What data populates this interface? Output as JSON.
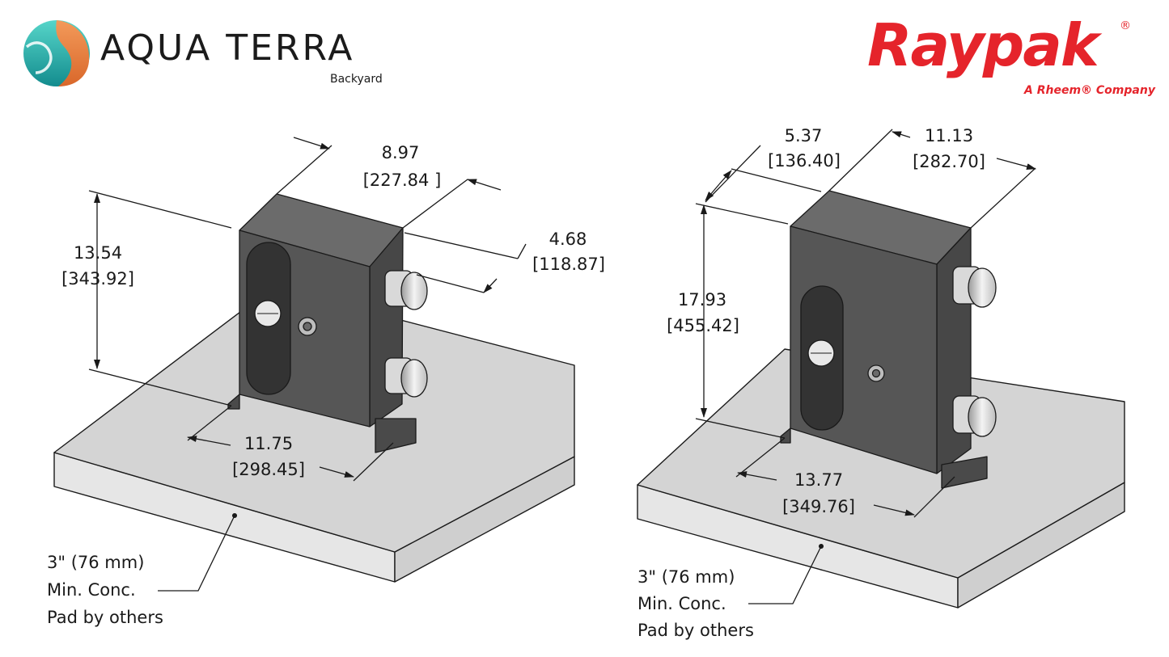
{
  "logos": {
    "aqua_terra": {
      "name": "AQUA TERRA",
      "sub": "Backyard"
    },
    "raypak": {
      "name": "Raypak",
      "reg": "®",
      "tagline": "A Rheem® Company"
    }
  },
  "left_unit": {
    "depth": {
      "in": "8.97",
      "mm": "[227.84 ]"
    },
    "height": {
      "in": "13.54",
      "mm": "[343.92]"
    },
    "fitting": {
      "in": "4.68",
      "mm": "[118.87]"
    },
    "width": {
      "in": "11.75",
      "mm": "[298.45]"
    },
    "pad_note": [
      "3\" (76 mm)",
      "Min. Conc.",
      "Pad by others"
    ]
  },
  "right_unit": {
    "offset": {
      "in": "5.37",
      "mm": "[136.40]"
    },
    "depth": {
      "in": "11.13",
      "mm": "[282.70]"
    },
    "height": {
      "in": "17.93",
      "mm": "[455.42]"
    },
    "width": {
      "in": "13.77",
      "mm": "[349.76]"
    },
    "pad_note": [
      "3\" (76 mm)",
      "Min. Conc.",
      "Pad by others"
    ]
  },
  "colors": {
    "pad_top": "#d3d3d3",
    "pad_side": "#e3e3e3",
    "body": "#545454",
    "panel": "#333333",
    "brand_red": "#e5242b",
    "line": "#1a1a1a"
  }
}
